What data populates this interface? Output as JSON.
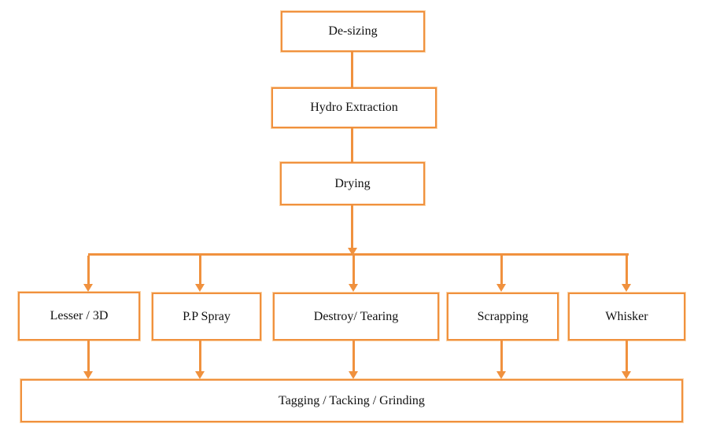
{
  "diagram": {
    "type": "flowchart",
    "colors": {
      "line": "#F0913E",
      "halo": "#FBD3A6",
      "text": "#111111",
      "background": "#FFFFFF"
    },
    "nodes": {
      "desizing": {
        "label": "De-sizing"
      },
      "hydro_extraction": {
        "label": "Hydro Extraction"
      },
      "drying": {
        "label": "Drying"
      },
      "lesser_3d": {
        "label": "Lesser / 3D"
      },
      "pp_spray": {
        "label": "P.P Spray"
      },
      "destroy_tearing": {
        "label": "Destroy/ Tearing"
      },
      "scrapping": {
        "label": "Scrapping"
      },
      "whisker": {
        "label": "Whisker"
      },
      "tagging_tacking_grinding": {
        "label": "Tagging / Tacking / Grinding"
      }
    },
    "edges": [
      {
        "from": "desizing",
        "to": "hydro_extraction",
        "arrow": false
      },
      {
        "from": "hydro_extraction",
        "to": "drying",
        "arrow": false
      },
      {
        "from": "drying",
        "to": "lesser_3d",
        "arrow": true
      },
      {
        "from": "drying",
        "to": "pp_spray",
        "arrow": true
      },
      {
        "from": "drying",
        "to": "destroy_tearing",
        "arrow": true
      },
      {
        "from": "drying",
        "to": "scrapping",
        "arrow": true
      },
      {
        "from": "drying",
        "to": "whisker",
        "arrow": true
      },
      {
        "from": "lesser_3d",
        "to": "tagging_tacking_grinding",
        "arrow": true
      },
      {
        "from": "pp_spray",
        "to": "tagging_tacking_grinding",
        "arrow": true
      },
      {
        "from": "destroy_tearing",
        "to": "tagging_tacking_grinding",
        "arrow": true
      },
      {
        "from": "scrapping",
        "to": "tagging_tacking_grinding",
        "arrow": true
      },
      {
        "from": "whisker",
        "to": "tagging_tacking_grinding",
        "arrow": true
      }
    ]
  }
}
